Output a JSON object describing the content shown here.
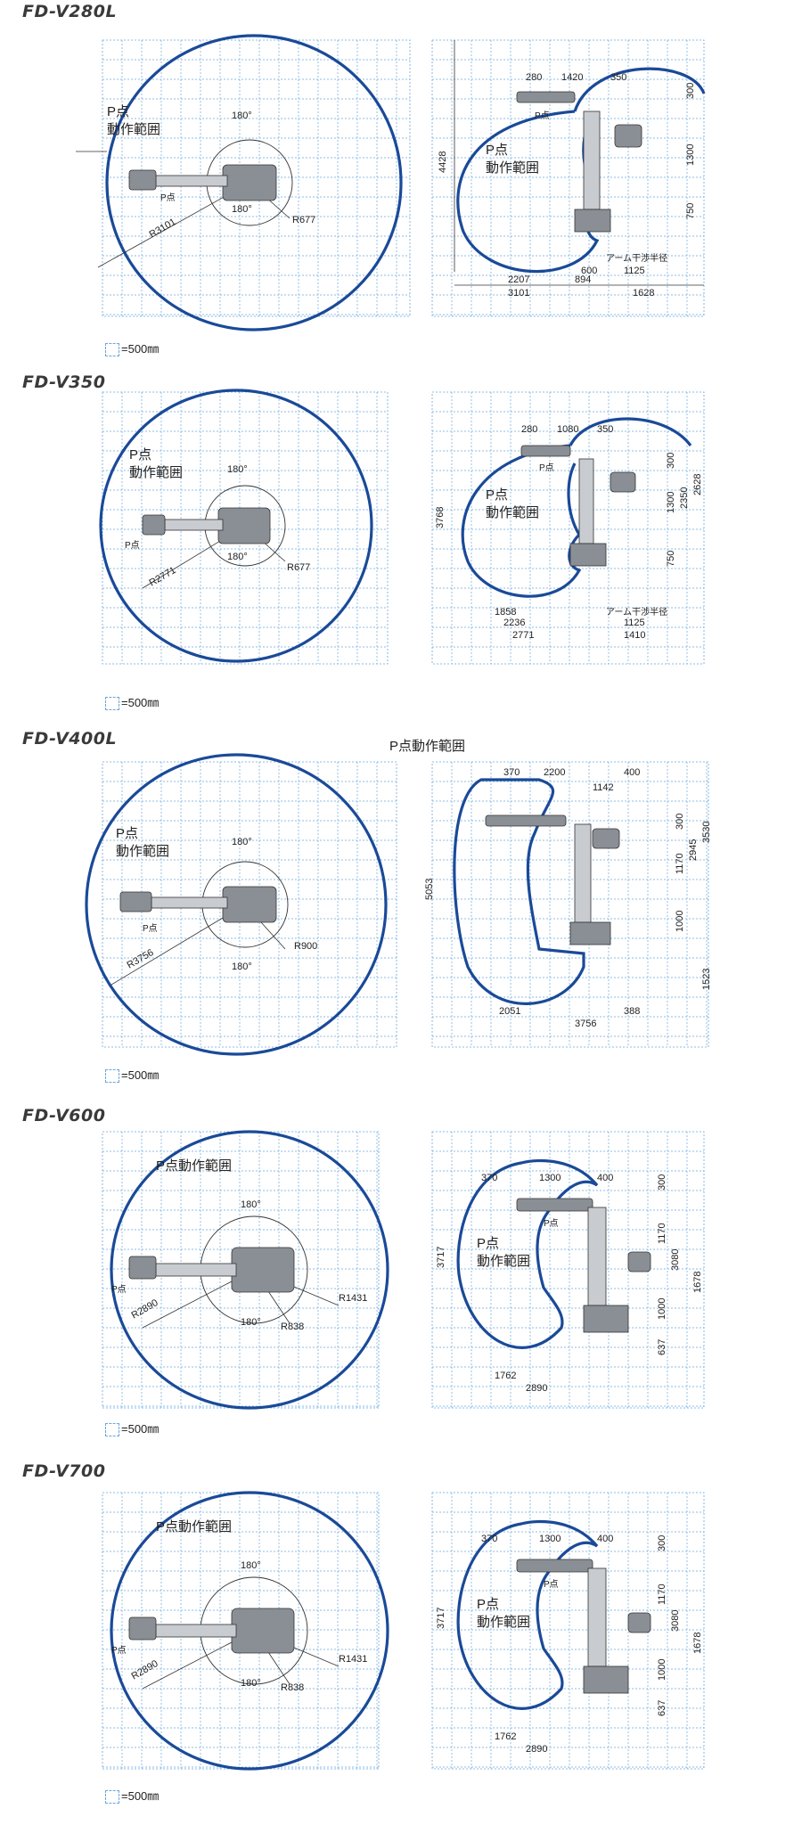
{
  "models": [
    {
      "name": "FD-V280L",
      "top": {
        "label_line1": "P点",
        "label_line2": "動作範囲",
        "angle_top": "180°",
        "angle_bottom": "180°",
        "p_label": "P点",
        "radius": "R3101",
        "small_radius": "R677"
      },
      "side": {
        "height": "4428",
        "dims_top": [
          "280",
          "1420",
          "350"
        ],
        "dims_right": [
          "300",
          "1300",
          "750"
        ],
        "range_line1": "P点",
        "range_line2": "動作範囲",
        "p_label": "P点",
        "arm_note": "アーム干渉半径",
        "dims_bottom": [
          "600",
          "1125",
          "2207",
          "894",
          "3101",
          "1628"
        ]
      },
      "legend": "=500㎜"
    },
    {
      "name": "FD-V350",
      "top": {
        "label_line1": "P点",
        "label_line2": "動作範囲",
        "angle_top": "180°",
        "angle_bottom": "180°",
        "p_label": "P点",
        "radius": "R2771",
        "small_radius": "R677"
      },
      "side": {
        "height": "3768",
        "dims_top": [
          "280",
          "1080",
          "350"
        ],
        "dims_right": [
          "300",
          "1300",
          "750",
          "2350",
          "2628"
        ],
        "range_line1": "P点",
        "range_line2": "動作範囲",
        "p_label": "P点",
        "arm_note": "アーム干渉半径",
        "dims_bottom": [
          "1858",
          "1125",
          "2236",
          "2771",
          "1410"
        ]
      },
      "legend": "=500㎜"
    },
    {
      "name": "FD-V400L",
      "top": {
        "label_line1": "P点",
        "label_line2": "動作範囲",
        "angle_top": "180°",
        "angle_bottom": "180°",
        "p_label": "P点",
        "radius": "R3756",
        "small_radius": "R900"
      },
      "side": {
        "title": "P点動作範囲",
        "height": "5053",
        "dims_top": [
          "370",
          "2200",
          "400",
          "1142"
        ],
        "dims_right": [
          "300",
          "1170",
          "2945",
          "3530",
          "1000",
          "1523"
        ],
        "dims_bottom": [
          "2051",
          "388",
          "3756"
        ]
      },
      "legend": "=500㎜"
    },
    {
      "name": "FD-V600",
      "top": {
        "label": "P点動作範囲",
        "angle_top": "180°",
        "angle_bottom": "180°",
        "p_label": "P点",
        "radius": "R2890",
        "small_radius": "R838",
        "big_radius": "R1431"
      },
      "side": {
        "height": "3717",
        "dims_top": [
          "370",
          "1300",
          "400"
        ],
        "dims_right": [
          "300",
          "1170",
          "3080",
          "1000",
          "1678",
          "637"
        ],
        "range_line1": "P点",
        "range_line2": "動作範囲",
        "p_label": "P点",
        "dims_bottom": [
          "1762",
          "2890"
        ]
      },
      "legend": "=500㎜"
    },
    {
      "name": "FD-V700",
      "top": {
        "label": "P点動作範囲",
        "angle_top": "180°",
        "angle_bottom": "180°",
        "p_label": "P点",
        "radius": "R2890",
        "small_radius": "R838",
        "big_radius": "R1431"
      },
      "side": {
        "height": "3717",
        "dims_top": [
          "370",
          "1300",
          "400"
        ],
        "dims_right": [
          "300",
          "1170",
          "3080",
          "1000",
          "1678",
          "637"
        ],
        "range_line1": "P点",
        "range_line2": "動作範囲",
        "p_label": "P点",
        "dims_bottom": [
          "1762",
          "2890"
        ]
      },
      "legend": "=500㎜"
    }
  ]
}
